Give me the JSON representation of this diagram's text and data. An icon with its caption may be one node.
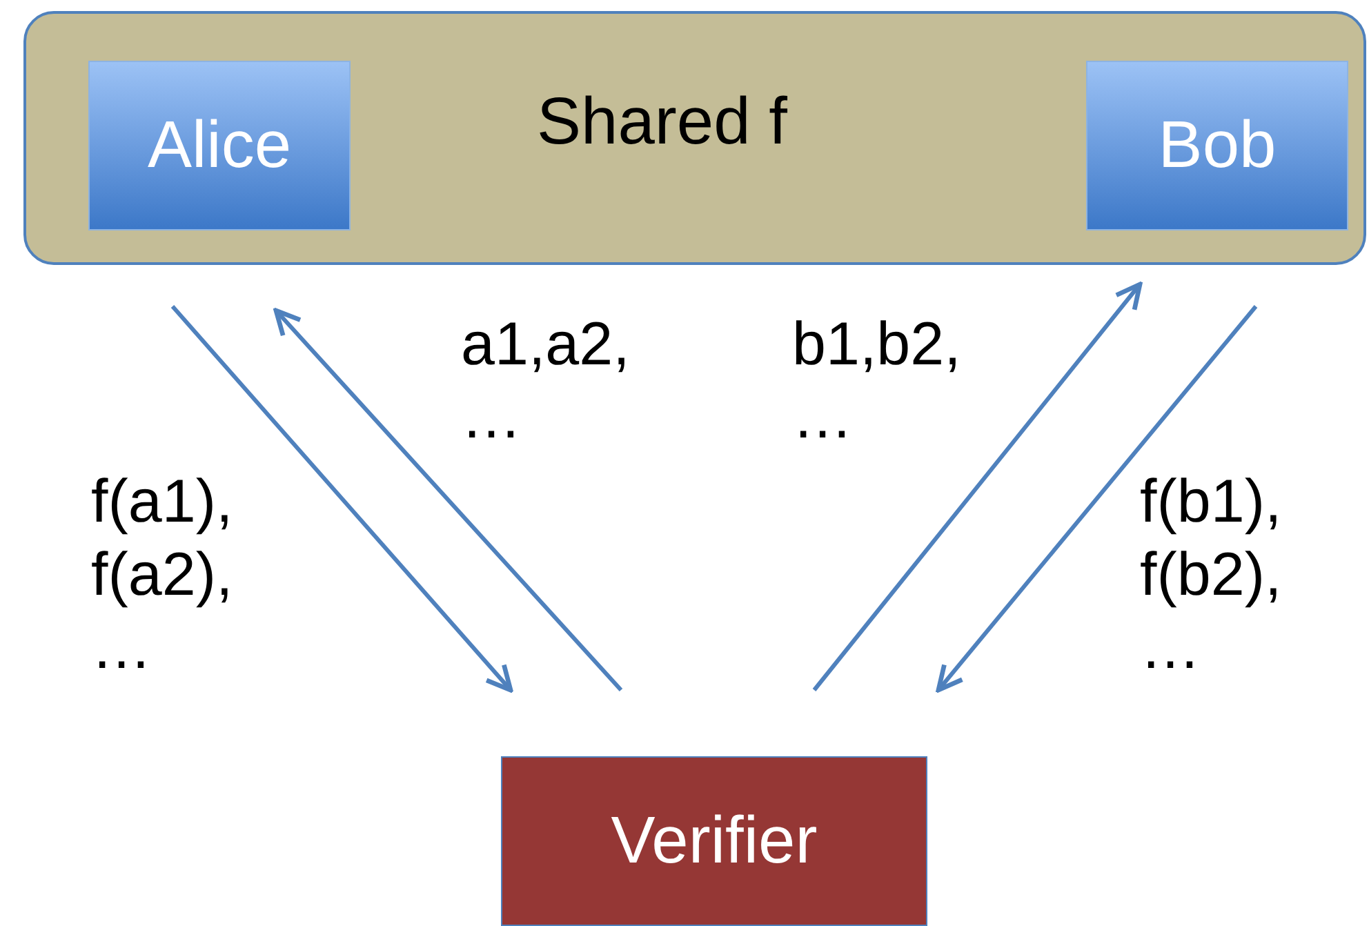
{
  "diagram": {
    "nodes": [
      {
        "text": [
          "Shared f"
        ]
      },
      {
        "text": [
          "Alice"
        ],
        "in": 0
      },
      {
        "text": [
          "Bob"
        ],
        "in": 0
      },
      {
        "text": [
          "Verifier"
        ]
      }
    ],
    "edges": [
      {
        "from": 1,
        "to": 3,
        "arrow": "to",
        "label": "f(a1), f(a2), …"
      },
      {
        "from": 3,
        "to": 1,
        "arrow": "to",
        "label": "a1,a2, …"
      },
      {
        "from": 3,
        "to": 2,
        "arrow": "to",
        "label": "b1,b2, …"
      },
      {
        "from": 2,
        "to": 3,
        "arrow": "to",
        "label": "f(b1), f(b2), …"
      }
    ]
  }
}
